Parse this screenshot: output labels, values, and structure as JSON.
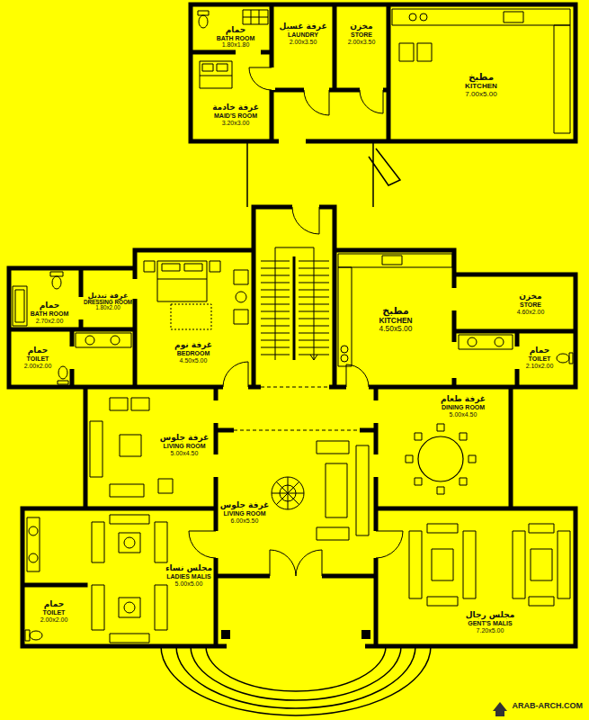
{
  "diagram": {
    "nodes": [
      {
        "text": [
          "حمام",
          "BATH ROOM",
          "1.80x1.80"
        ]
      },
      {
        "text": [
          "غرفة غسيل",
          "LAUNDRY",
          "2.00x3.50"
        ]
      },
      {
        "text": [
          "مخزن",
          "STORE",
          "2.00x3.50"
        ]
      },
      {
        "text": [
          "مطبخ",
          "KITCHEN",
          "7.00x5.00"
        ]
      },
      {
        "text": [
          "غرفة خادمة",
          "MAID'S ROOM",
          "3.20x3.00"
        ]
      },
      {
        "text": [
          "حمام",
          "BATH ROOM",
          "2.70x2.00"
        ]
      },
      {
        "text": [
          "غرفة تبديل",
          "DRESSING ROOM",
          "1.80x2.00"
        ]
      },
      {
        "text": [
          "غرفة نوم",
          "BEDROOM",
          "4.50x5.00"
        ]
      },
      {
        "text": [
          "مطبخ",
          "KITCHEN",
          "4.50x5.00"
        ]
      },
      {
        "text": [
          "مخزن",
          "STORE",
          "4.60x2.00"
        ]
      },
      {
        "text": [
          "حمام",
          "TOILET",
          "2.00x2.00"
        ]
      },
      {
        "text": [
          "حمام",
          "TOILET",
          "2.10x2.00"
        ]
      },
      {
        "text": [
          "غرفة طعام",
          "DINING ROOM",
          "5.00x4.50"
        ]
      },
      {
        "text": [
          "غرفة جلوس",
          "LIVING ROOM",
          "5.00x4.50"
        ]
      },
      {
        "text": [
          "غرفة جلوس",
          "LIVING ROOM",
          "6.00x5.50"
        ]
      },
      {
        "text": [
          "مجلس نساء",
          "LADIES MALIS",
          "5.00x5.00"
        ]
      },
      {
        "text": [
          "مجلس رجال",
          "GENT'S MALIS",
          "7.20x5.00"
        ]
      },
      {
        "text": [
          "حمام",
          "TOILET",
          "2.00x2.00"
        ]
      }
    ],
    "labels": [
      "ARAB-ARCH.COM"
    ]
  }
}
